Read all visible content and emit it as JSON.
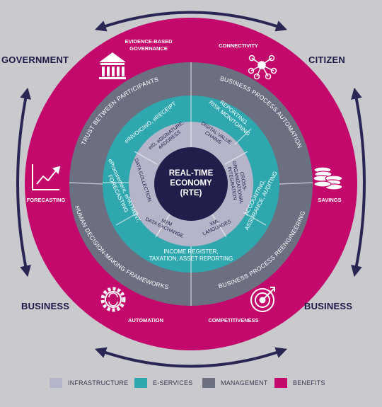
{
  "corners": {
    "top_left": "GOVERNMENT",
    "top_right": "CITIZEN",
    "bottom_left": "BUSINESS",
    "bottom_right": "BUSINESS"
  },
  "benefits": {
    "evidence_line1": "EVIDENCE-BASED",
    "evidence_line2": "GOVERNANCE",
    "connectivity": "CONNECTIVITY",
    "forecasting": "FORECASTING",
    "savings": "SAVINGS",
    "automation": "AUTOMATION",
    "competitiveness": "COMPETITIVENESS"
  },
  "management": {
    "trust": "TRUST BETWEEN PARTICIPANTS",
    "bpa": "BUSINESS PROCESS AUTOMATION",
    "bpr": "BUSINESS PROCESS REENGINEERING",
    "hdm": "HUMAN DECISION-MAKING FRAMEWORKS"
  },
  "eservices": {
    "einvoicing": "eINVOICING, eRECEIPT",
    "reporting_line1": "REPORTING,",
    "reporting_line2": "RISK MONITORING",
    "accounting_line1": "ACCOUNTING,",
    "accounting_line2": "ASSURANCE, AUDITING",
    "income_line1": "INCOME REGISTER,",
    "income_line2": "TAXATION, ASSET REPORTING",
    "eprocurement_line1": "eProcurement, ePAYMENT,",
    "eprocurement_line2": "FORECASTING"
  },
  "infrastructure": {
    "eid_line1": "eID, eSIGNATURE,",
    "eid_line2": "eADDRESS",
    "dvc_line1": "DIGITAL VALUE",
    "dvc_line2": "CHAINS",
    "coi_line1": "CROSS-",
    "coi_line2": "ORGANIZATIONAL",
    "coi_line3": "INTEGRATION",
    "xml_line1": "XML",
    "xml_line2": "LANGUAGES",
    "m2m_line1": "M2M",
    "m2m_line2": "DATA EXCHANGE",
    "data_collection": "DATA COLLECTION"
  },
  "center": {
    "line1": "REAL-TIME",
    "line2": "ECONOMY",
    "line3": "(RTE)"
  },
  "legend": [
    {
      "label": "INFRASTRUCTURE",
      "color": "#b5b5c9"
    },
    {
      "label": "E-SERVICES",
      "color": "#2fa7ae"
    },
    {
      "label": "MANAGEMENT",
      "color": "#6c6f80"
    },
    {
      "label": "BENEFITS",
      "color": "#c4096d"
    }
  ],
  "colors": {
    "benefits": "#c4096d",
    "management": "#6c6f80",
    "eservices": "#2fa7ae",
    "infrastructure": "#b5b5c9",
    "core": "#221e4b",
    "arrows": "#2a2653",
    "background": "#c9c9ce"
  },
  "icons": [
    "government-building-icon",
    "network-icon",
    "growth-chart-icon",
    "coins-icon",
    "gear-cycle-icon",
    "target-icon"
  ]
}
